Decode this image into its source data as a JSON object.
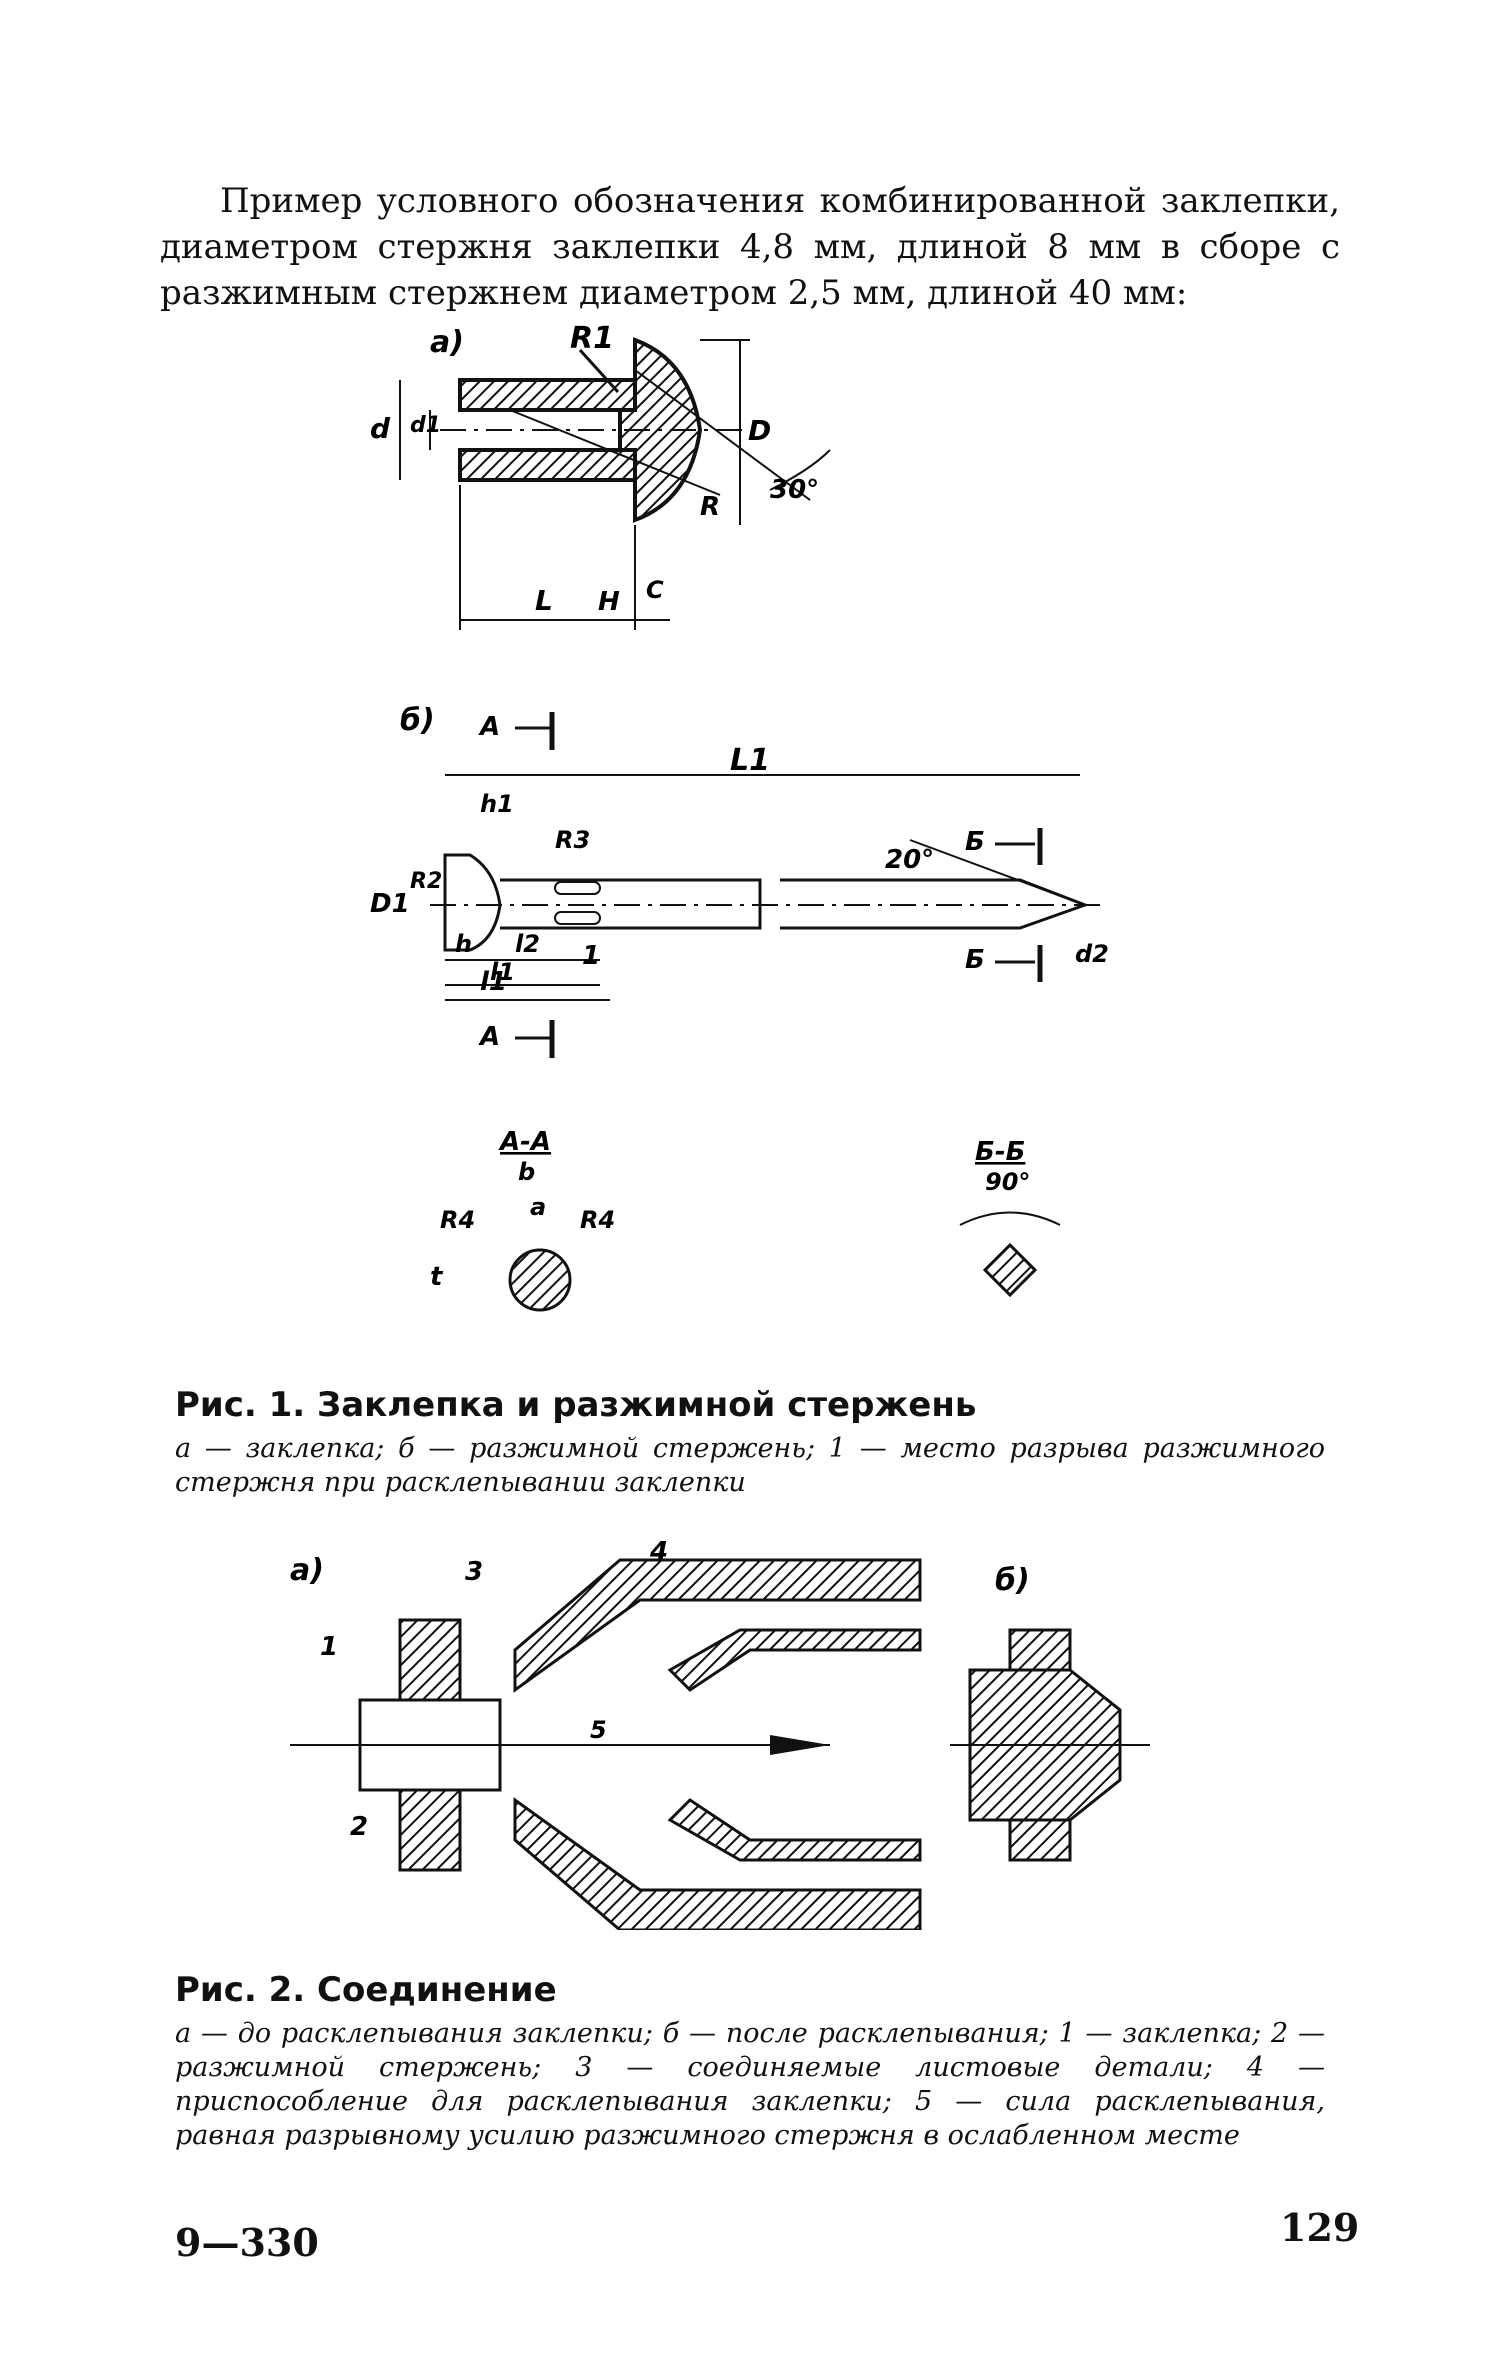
{
  "intro_text": "Пример условного обозначения комбинированной заклепки, диаметром стержня заклепки 4,8 мм, длиной 8 мм в сборе с разжимным стержнем диаметром 2,5 мм, длиной 40 мм:",
  "fig1": {
    "a": {
      "label": "а)",
      "R1": "R1",
      "d": "d",
      "d1": "d1",
      "D": "D",
      "angle": "30°",
      "R": "R",
      "L": "L",
      "H": "H",
      "C": "C"
    },
    "b": {
      "label": "б)",
      "A": "А",
      "L1": "L1",
      "h1": "h1",
      "R3": "R3",
      "R2": "R2",
      "D1": "D1",
      "angle": "20°",
      "B": "Б",
      "h": "h",
      "l2": "l2",
      "l1": "l1",
      "d2": "d2",
      "n1": "1"
    },
    "sectionAA": {
      "title": "А-А",
      "b": "b",
      "R4": "R4",
      "a": "a",
      "t": "t"
    },
    "sectionBB": {
      "title": "Б-Б",
      "angle": "90°"
    },
    "title": "Рис. 1. Заклепка и разжимной стержень",
    "caption": "а — заклепка; б — разжимной стержень; 1 — место разрыва разжимного стержня при расклепывании заклепки"
  },
  "fig2": {
    "a_label": "а)",
    "b_label": "б)",
    "n1": "1",
    "n2": "2",
    "n3": "3",
    "n4": "4",
    "n5": "5",
    "title": "Рис. 2. Соединение",
    "caption": "а — до расклепывания заклепки; б — после расклепывания; 1 — заклепка; 2 — разжимной стержень; 3 — соединяемые листовые детали; 4 — приспособление для расклепывания заклепки; 5 — сила расклепывания, равная разрывному усилию разжимного стержня в ослабленном месте"
  },
  "footer": {
    "left": "9—330",
    "page_number": "129"
  }
}
